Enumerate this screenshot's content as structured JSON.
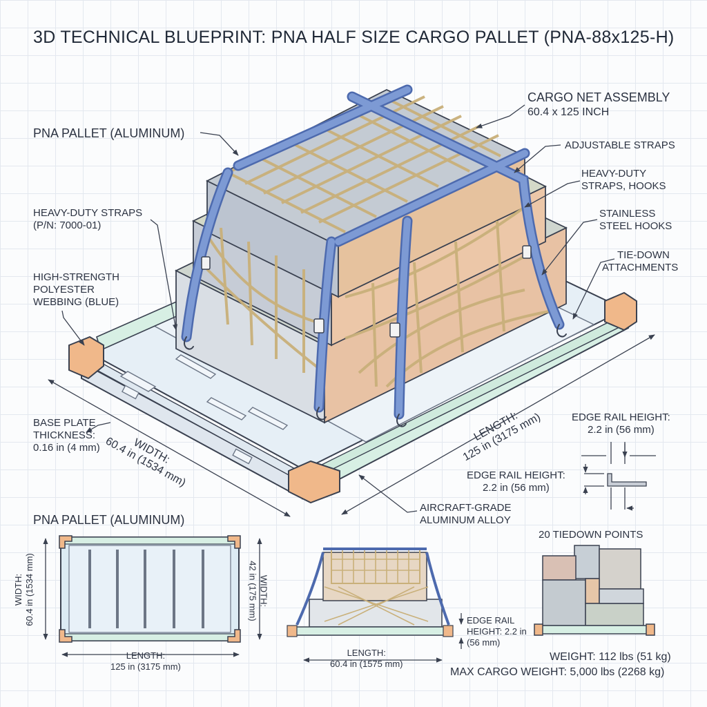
{
  "title": "3D TECHNICAL BLUEPRINT: PNA HALF SIZE CARGO PALLET (PNA-88x125-H)",
  "callouts": {
    "cargo_net": {
      "line1": "CARGO NET ASSEMBLY",
      "line2": "60.4 x 125 INCH"
    },
    "pallet_top": "PNA PALLET (ALUMINUM)",
    "adjustable_straps": "ADJUSTABLE STRAPS",
    "heavy_duty_hooks": {
      "line1": "HEAVY-DUTY",
      "line2": "STRAPS, HOOKS"
    },
    "heavy_duty_pn": {
      "line1": "HEAVY-DUTY STRAPS",
      "line2": "(P/N: 7000-01)"
    },
    "stainless_hooks": {
      "line1": "STAINLESS",
      "line2": "STEEL HOOKS"
    },
    "tie_down": {
      "line1": "TIE-DOWN",
      "line2": "ATTACHMENTS"
    },
    "webbing": {
      "line1": "HIGH-STRENGTH",
      "line2": "POLYESTER",
      "line3": "WEBBING (BLUE)"
    },
    "base_plate": {
      "line1": "BASE PLATE",
      "line2": "THICKNESS:",
      "line3": "0.16 in (4 mm)"
    },
    "width_iso": {
      "line1": "WIDTH:",
      "line2": "60.4 in (1534 mm)"
    },
    "length_iso": {
      "line1": "LENGTH:",
      "line2": "125 in (3175 mm)"
    },
    "edge_rail_1": {
      "line1": "EDGE RAIL HEIGHT:",
      "line2": "2.2 in (56 mm)"
    },
    "edge_rail_2": {
      "line1": "EDGE RAIL HEIGHT:",
      "line2": "2.2 in (56 mm)"
    },
    "aluminum_alloy": {
      "line1": "AIRCRAFT-GRADE",
      "line2": "ALUMINUM ALLOY"
    }
  },
  "top_view": {
    "heading": "PNA PALLET (ALUMINUM)",
    "width_left": {
      "line1": "WIDTH:",
      "line2": "60.4 in (1534 mm)"
    },
    "width_right": {
      "line1": "WIDTH:",
      "line2": "42 in (175 mm)"
    },
    "length": {
      "line1": "LENGTH:",
      "line2": "125 in (3175 mm)"
    }
  },
  "side_view": {
    "edge_rail": {
      "line1": "EDGE RAIL",
      "line2": "HEIGHT: 2.2 in",
      "line3": "(56 mm)"
    },
    "length": {
      "line1": "LENGTH:",
      "line2": "60.4 in (1575 mm)"
    }
  },
  "end_view": {
    "heading": "20 TIEDOWN POINTS"
  },
  "specs": {
    "weight": "WEIGHT: 112 lbs (51 kg)",
    "max_cargo": "MAX CARGO WEIGHT: 5,000 lbs (2268 kg)"
  },
  "colors": {
    "strap": "#6f8ccc",
    "strap_dark": "#4d6aae",
    "net": "#c9b07a",
    "rail": "#d7efe4",
    "corner": "#f0b88a",
    "pallet": "#e3eef6",
    "line": "#3a4150"
  }
}
